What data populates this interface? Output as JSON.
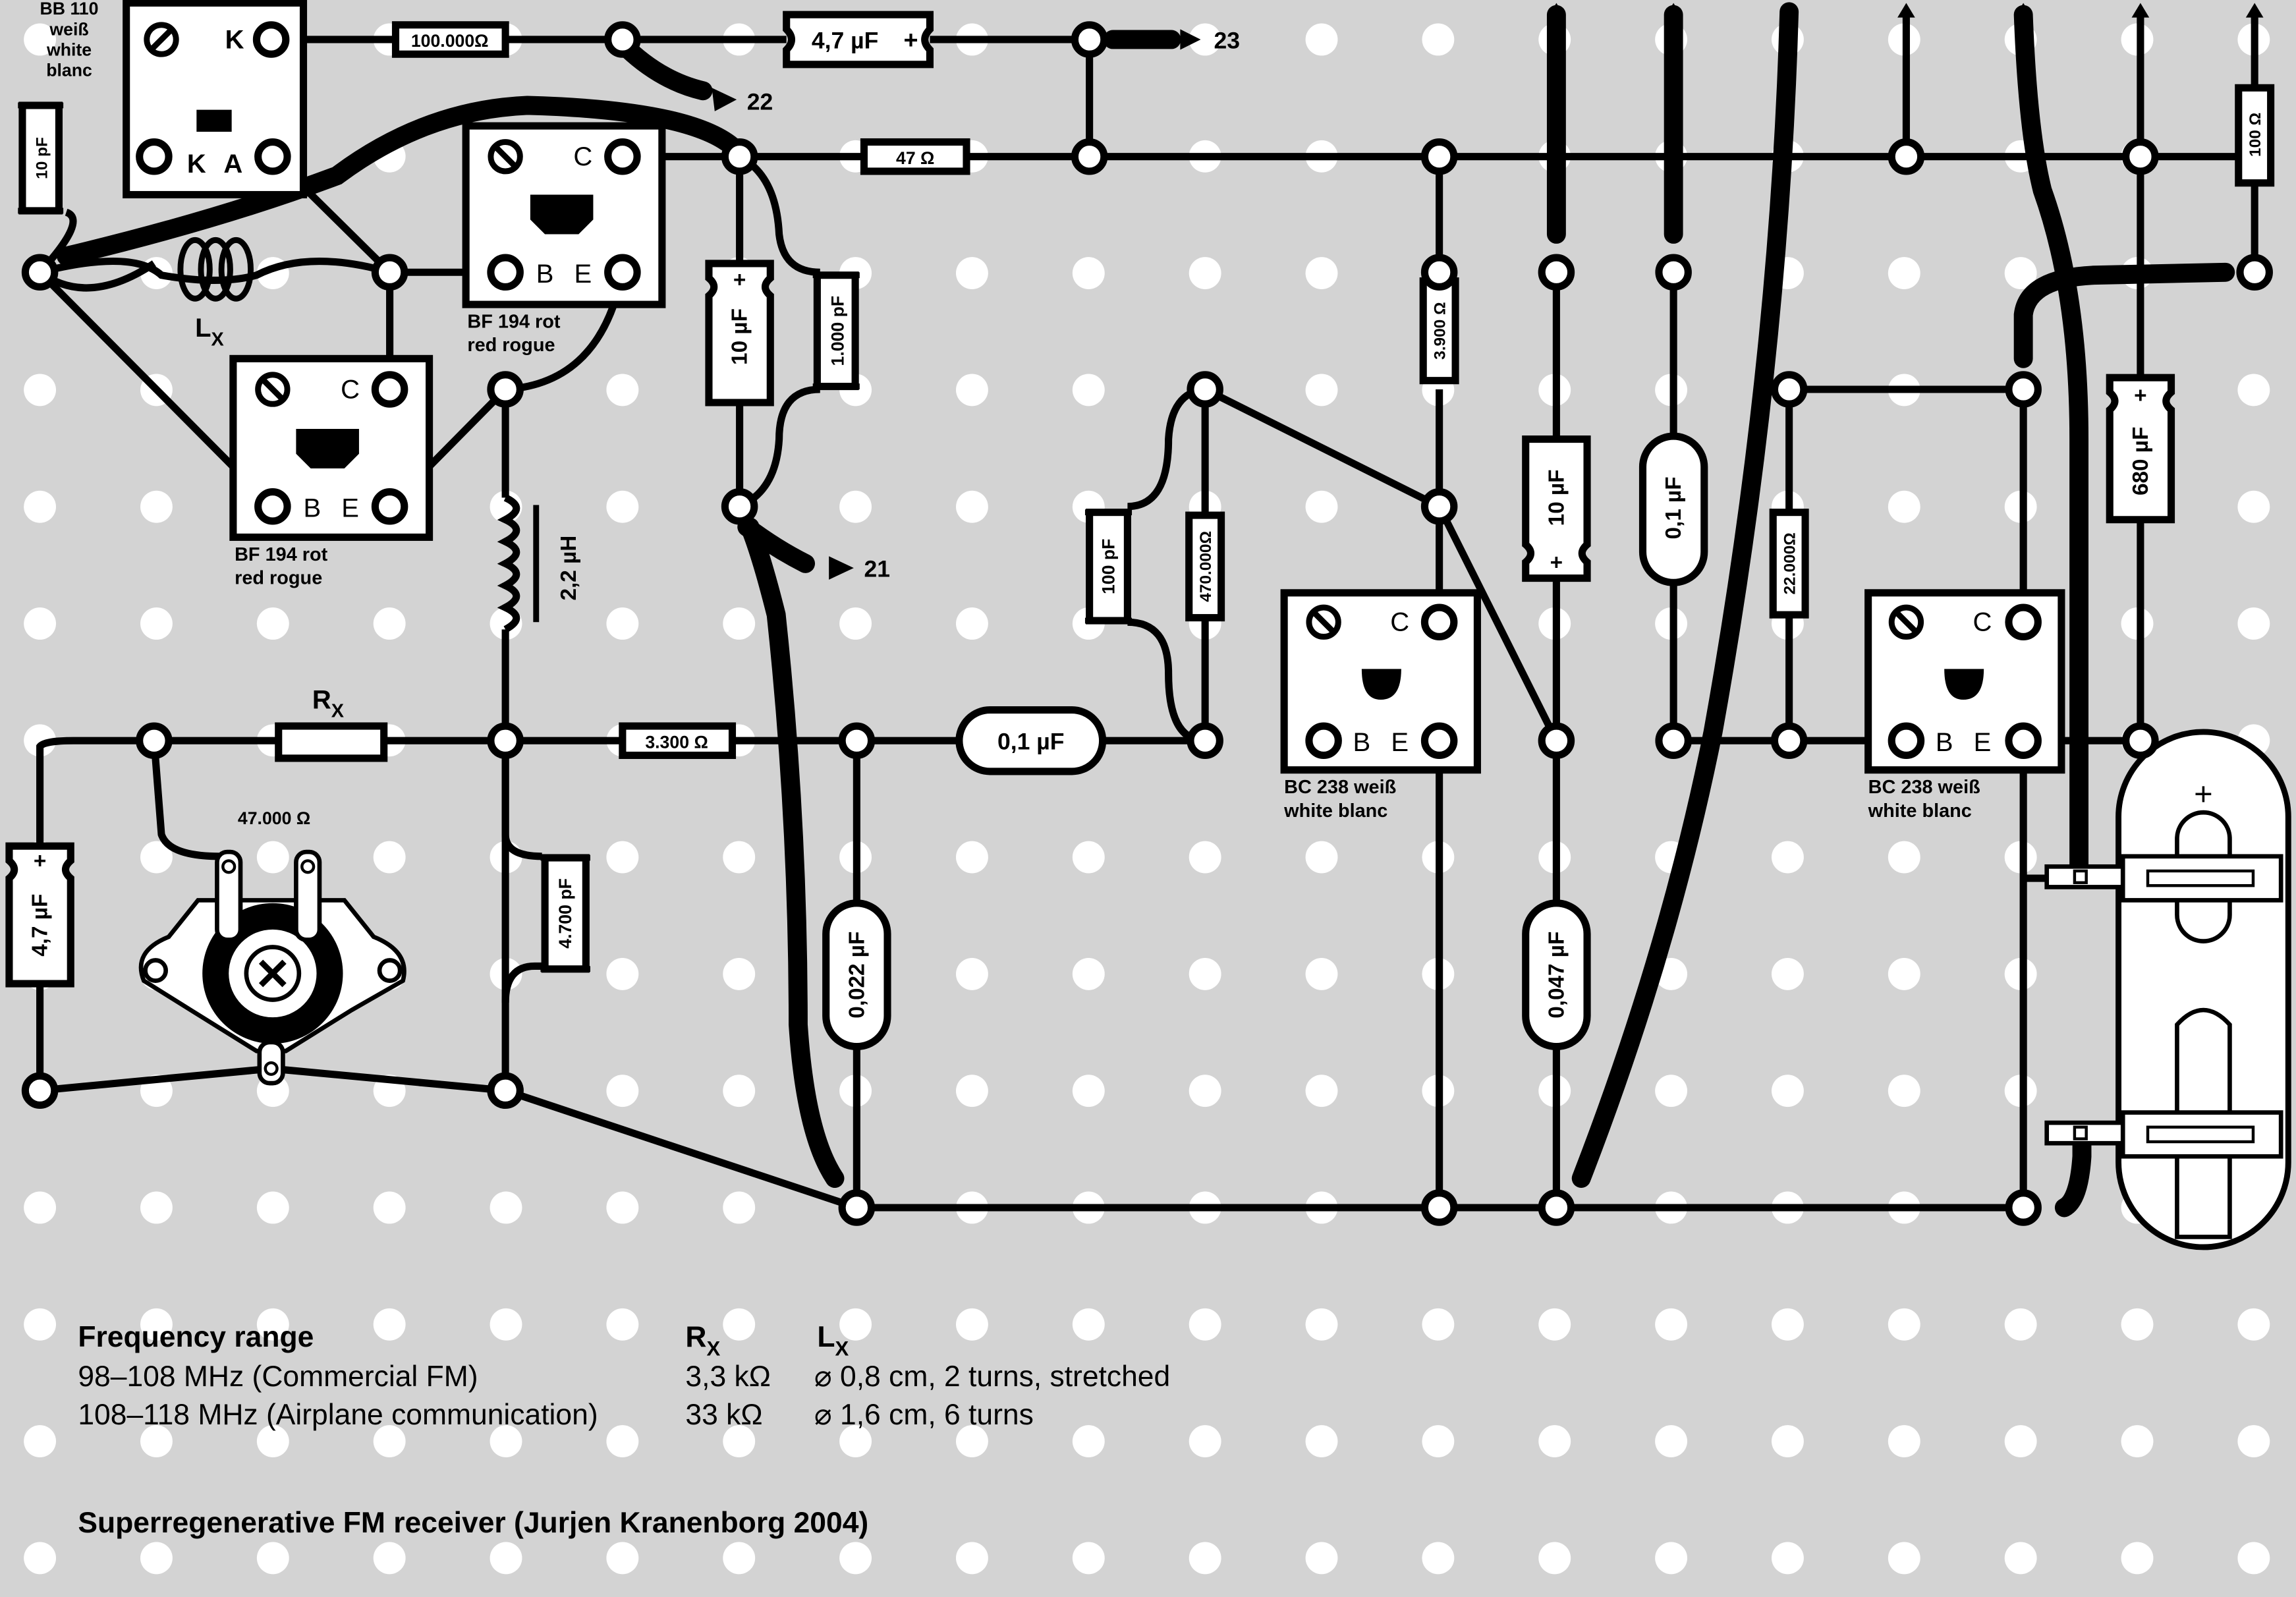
{
  "diagram": {
    "title": "Superregenerative FM receiver (Jurjen Kranenborg 2004)",
    "transistors": [
      {
        "id": "t1",
        "name": "BF 194 rot",
        "sub": "red rogue"
      },
      {
        "id": "t2",
        "name": "BF 194 rot",
        "sub": "red rogue"
      },
      {
        "id": "t3",
        "name": "BC 238 weiß",
        "sub": "white blanc"
      },
      {
        "id": "t4",
        "name": "BC 238 weiß",
        "sub": "white blanc"
      }
    ],
    "pin_labels": {
      "c": "C",
      "b": "B",
      "e": "E",
      "k": "K",
      "a": "A"
    },
    "diode": {
      "name": "BB 110",
      "line2": "weiß",
      "line3": "white",
      "line4": "blanc"
    },
    "components": {
      "r_100k": "100.000Ω",
      "c_4u7_top": "4,7 µF",
      "r_47": "47 Ω",
      "r_100": "100 Ω",
      "c_10p": "10 pF",
      "c_1000p": "1.000 pF",
      "c_10u_a": "10 µF",
      "r_3k9": "3.900 Ω",
      "c_10u_b": "10 µF",
      "c_100n_a": "0,1 µF",
      "c_680u": "680 µF",
      "l_2u2": "2,2 µH",
      "c_100p": "100 pF",
      "r_470k": "470.000Ω",
      "r_22k": "22.000Ω",
      "r_3k3": "3.300 Ω",
      "c_100n_b": "0,1 µF",
      "c_4u7_left": "4,7 µF",
      "pot": "47.000 Ω",
      "c_4n7": "4.700 pF",
      "c_22n": "0,022 µF",
      "c_47n": "0,047 µF",
      "rx": "R",
      "lx": "L",
      "sub_x": "X",
      "plus": "+"
    },
    "arrows": {
      "a23": "23",
      "a22": "22",
      "a21": "21"
    }
  },
  "legend": {
    "heading": "Frequency range",
    "col_rx": "R",
    "col_lx": "L",
    "sub_x": "X",
    "rows": [
      {
        "range": "98–108 MHz (Commercial FM)",
        "rx": "3,3 kΩ",
        "lx": "⌀ 0,8 cm, 2 turns, stretched"
      },
      {
        "range": "108–118 MHz (Airplane communication)",
        "rx": "33 kΩ",
        "lx": "⌀ 1,6 cm, 6 turns"
      }
    ]
  }
}
